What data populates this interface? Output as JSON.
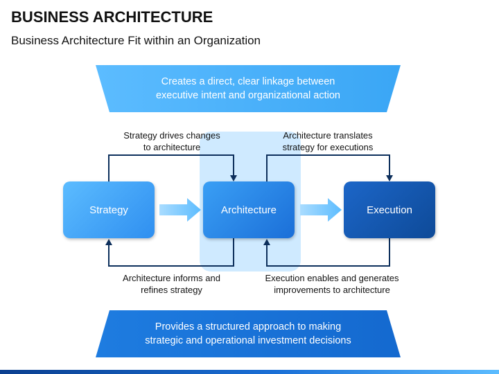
{
  "title": "BUSINESS ARCHITECTURE",
  "subtitle": "Business Architecture Fit within an Organization",
  "top_banner": {
    "line1": "Creates a direct, clear linkage between",
    "line2": "executive intent and organizational action"
  },
  "bottom_banner": {
    "line1": "Provides a structured approach to making",
    "line2": "strategic and operational investment decisions"
  },
  "boxes": {
    "strategy": "Strategy",
    "architecture": "Architecture",
    "execution": "Execution"
  },
  "labels": {
    "top_left": {
      "line1": "Strategy drives changes",
      "line2": "to architecture"
    },
    "top_right": {
      "line1": "Architecture translates",
      "line2": "strategy for executions"
    },
    "bottom_left": {
      "line1": "Architecture informs and",
      "line2": "refines strategy"
    },
    "bottom_right": {
      "line1": "Execution enables and generates",
      "line2": "improvements to architecture"
    }
  },
  "colors": {
    "light_blue": "#5cbcff",
    "mid_blue": "#2f8ff0",
    "dark_blue": "#0e4a98",
    "connector": "#0d2f5c",
    "highlight": "#bfe3ff"
  }
}
